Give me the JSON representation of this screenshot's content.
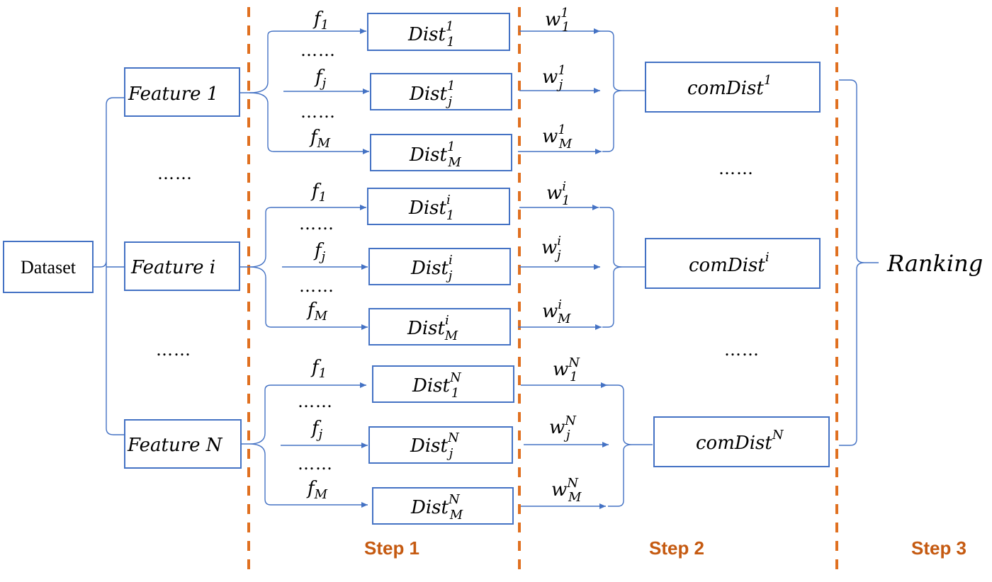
{
  "dataset_label": "Dataset",
  "features": [
    {
      "name": "Feature",
      "index": "1"
    },
    {
      "name": "Feature",
      "index": "i"
    },
    {
      "name": "Feature",
      "index": "N"
    }
  ],
  "ellipsis": "……",
  "function_labels": [
    {
      "base": "f",
      "sub": "1"
    },
    {
      "base": "f",
      "sub": "j"
    },
    {
      "base": "f",
      "sub": "M"
    }
  ],
  "dist_base": "Dist",
  "weight_base": "w",
  "dist_subs": [
    "1",
    "j",
    "M"
  ],
  "group_sups": [
    "1",
    "i",
    "N"
  ],
  "comdist_base": "comDist",
  "ranking_label": "Ranking",
  "steps": [
    "Step 1",
    "Step 2",
    "Step 3"
  ],
  "colors": {
    "box_stroke": "#4472c4",
    "divider": "#e07020",
    "step_text": "#c55a11"
  }
}
